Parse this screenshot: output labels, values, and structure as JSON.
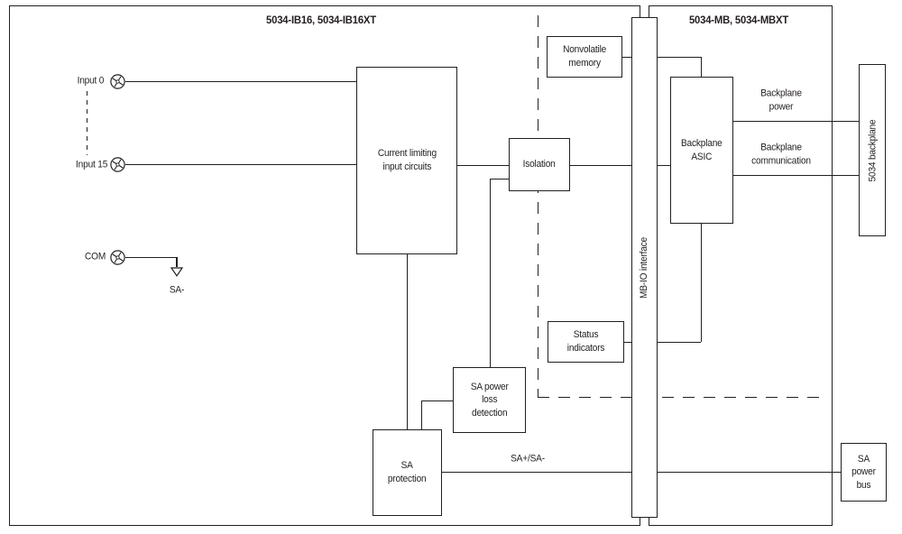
{
  "diagram": {
    "colors": {
      "ink": "#231f20",
      "background": "#ffffff"
    },
    "left_module": {
      "title": "5034-IB16, 5034-IB16XT"
    },
    "right_module": {
      "title": "5034-MB, 5034-MBXT"
    },
    "terminals": {
      "input0": {
        "label": "Input 0"
      },
      "input15": {
        "label": "Input 15"
      },
      "com": {
        "label": "COM"
      },
      "sa_minus_label": "SA-"
    },
    "blocks": {
      "current_limiting": {
        "label": "Current limiting\ninput circuits"
      },
      "isolation": {
        "label": "Isolation"
      },
      "nonvolatile_memory": {
        "label": "Nonvolatile\nmemory"
      },
      "status_indicators": {
        "label": "Status\nindicators"
      },
      "sa_power_loss": {
        "label": "SA power\nloss\ndetection"
      },
      "sa_protection": {
        "label": "SA\nprotection"
      },
      "mb_io_interface": {
        "label": "MB-IO interface"
      },
      "backplane_asic": {
        "label": "Backplane\nASIC"
      },
      "backplane_5034": {
        "label": "5034 backplane"
      },
      "sa_power_bus": {
        "label": "SA\npower\nbus"
      }
    },
    "wire_labels": {
      "backplane_power": "Backplane\npower",
      "backplane_communication": "Backplane\ncommunication",
      "sa_bus": "SA+/SA-"
    }
  }
}
